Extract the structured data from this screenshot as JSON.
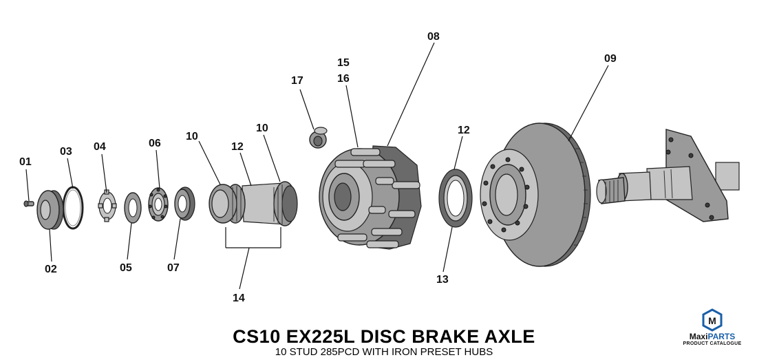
{
  "title": "CS10 EX225L DISC BRAKE AXLE",
  "subtitle": "10 STUD 285PCD WITH IRON PRESET HUBS",
  "logo": {
    "brand_main": "Maxi",
    "brand_accent": "PARTS",
    "tagline": "PRODUCT CATALOGUE",
    "monogram": "M",
    "accent_color": "#1a5fa8"
  },
  "parts": {
    "p01": "01",
    "p02": "02",
    "p03": "03",
    "p04": "04",
    "p05": "05",
    "p06": "06",
    "p07": "07",
    "p08": "08",
    "p09": "09",
    "p10a": "10",
    "p10b": "10",
    "p12a": "12",
    "p12b": "12",
    "p13": "13",
    "p14": "14",
    "p15": "15",
    "p16": "16",
    "p17": "17"
  }
}
